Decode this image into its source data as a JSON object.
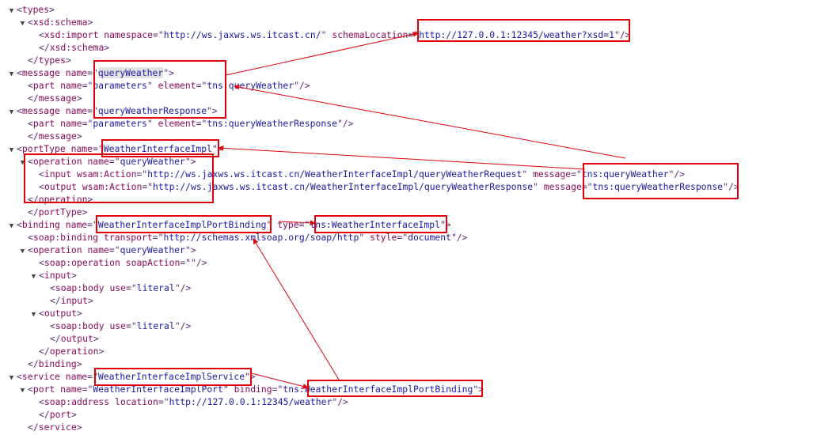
{
  "colors": {
    "tag": "#8a0c59",
    "attr_value": "#1a1aa6",
    "annotation": "#e0000a"
  },
  "icons": {
    "expanded": "triangle-down-icon"
  },
  "lines": [
    {
      "toggle": true,
      "parts": [
        [
          "p",
          "<"
        ],
        [
          "t",
          "types"
        ],
        [
          "p",
          ">"
        ]
      ]
    },
    {
      "toggle": true,
      "parts": [
        [
          "p",
          "<"
        ],
        [
          "t",
          "xsd:schema"
        ],
        [
          "p",
          ">"
        ]
      ]
    },
    {
      "toggle": false,
      "parts": [
        [
          "p",
          "<"
        ],
        [
          "t",
          "xsd:import"
        ],
        [
          "p",
          " "
        ],
        [
          "a",
          "namespace"
        ],
        [
          "p",
          "=\""
        ],
        [
          "v",
          "http://ws.jaxws.ws.itcast.cn/"
        ],
        [
          "p",
          "\" "
        ],
        [
          "a",
          "schemaLocation"
        ],
        [
          "p",
          "=\""
        ],
        [
          "v",
          "http://127.0.0.1:12345/weather?xsd=1"
        ],
        [
          "p",
          "\"/>"
        ]
      ]
    },
    {
      "toggle": false,
      "parts": [
        [
          "p",
          "</"
        ],
        [
          "t",
          "xsd:schema"
        ],
        [
          "p",
          ">"
        ]
      ]
    },
    {
      "toggle": false,
      "parts": [
        [
          "p",
          "</"
        ],
        [
          "t",
          "types"
        ],
        [
          "p",
          ">"
        ]
      ]
    },
    {
      "toggle": true,
      "parts": [
        [
          "p",
          "<"
        ],
        [
          "t",
          "message"
        ],
        [
          "p",
          " "
        ],
        [
          "a",
          "name"
        ],
        [
          "p",
          "=\""
        ],
        [
          "vh",
          "queryWeather"
        ],
        [
          "p",
          "\">"
        ]
      ]
    },
    {
      "toggle": false,
      "parts": [
        [
          "p",
          "<"
        ],
        [
          "t",
          "part"
        ],
        [
          "p",
          " "
        ],
        [
          "a",
          "name"
        ],
        [
          "p",
          "=\""
        ],
        [
          "v",
          "parameters"
        ],
        [
          "p",
          "\" "
        ],
        [
          "a",
          "element"
        ],
        [
          "p",
          "=\""
        ],
        [
          "v",
          "tns:queryWeather"
        ],
        [
          "p",
          "\"/>"
        ]
      ]
    },
    {
      "toggle": false,
      "parts": [
        [
          "p",
          "</"
        ],
        [
          "t",
          "message"
        ],
        [
          "p",
          ">"
        ]
      ]
    },
    {
      "toggle": true,
      "parts": [
        [
          "p",
          "<"
        ],
        [
          "t",
          "message"
        ],
        [
          "p",
          " "
        ],
        [
          "a",
          "name"
        ],
        [
          "p",
          "=\""
        ],
        [
          "v",
          "queryWeatherResponse"
        ],
        [
          "p",
          "\">"
        ]
      ]
    },
    {
      "toggle": false,
      "parts": [
        [
          "p",
          "<"
        ],
        [
          "t",
          "part"
        ],
        [
          "p",
          " "
        ],
        [
          "a",
          "name"
        ],
        [
          "p",
          "=\""
        ],
        [
          "v",
          "parameters"
        ],
        [
          "p",
          "\" "
        ],
        [
          "a",
          "element"
        ],
        [
          "p",
          "=\""
        ],
        [
          "v",
          "tns:queryWeatherResponse"
        ],
        [
          "p",
          "\"/>"
        ]
      ]
    },
    {
      "toggle": false,
      "parts": [
        [
          "p",
          "</"
        ],
        [
          "t",
          "message"
        ],
        [
          "p",
          ">"
        ]
      ]
    },
    {
      "toggle": true,
      "parts": [
        [
          "p",
          "<"
        ],
        [
          "t",
          "portType"
        ],
        [
          "p",
          " "
        ],
        [
          "a",
          "name"
        ],
        [
          "p",
          "=\""
        ],
        [
          "v",
          "WeatherInterfaceImpl"
        ],
        [
          "p",
          "\">"
        ]
      ]
    },
    {
      "toggle": true,
      "parts": [
        [
          "p",
          "<"
        ],
        [
          "t",
          "operation"
        ],
        [
          "p",
          " "
        ],
        [
          "a",
          "name"
        ],
        [
          "p",
          "=\""
        ],
        [
          "v",
          "queryWeather"
        ],
        [
          "p",
          "\">"
        ]
      ]
    },
    {
      "toggle": false,
      "parts": [
        [
          "p",
          "<"
        ],
        [
          "t",
          "input"
        ],
        [
          "p",
          " "
        ],
        [
          "a",
          "wsam:Action"
        ],
        [
          "p",
          "=\""
        ],
        [
          "v",
          "http://ws.jaxws.ws.itcast.cn/WeatherInterfaceImpl/queryWeatherRequest"
        ],
        [
          "p",
          "\" "
        ],
        [
          "a",
          "message"
        ],
        [
          "p",
          "=\""
        ],
        [
          "v",
          "tns:queryWeather"
        ],
        [
          "p",
          "\"/>"
        ]
      ]
    },
    {
      "toggle": false,
      "parts": [
        [
          "p",
          "<"
        ],
        [
          "t",
          "output"
        ],
        [
          "p",
          " "
        ],
        [
          "a",
          "wsam:Action"
        ],
        [
          "p",
          "=\""
        ],
        [
          "v",
          "http://ws.jaxws.ws.itcast.cn/WeatherInterfaceImpl/queryWeatherResponse"
        ],
        [
          "p",
          "\" "
        ],
        [
          "a",
          "message"
        ],
        [
          "p",
          "=\""
        ],
        [
          "v",
          "tns:queryWeatherResponse"
        ],
        [
          "p",
          "\"/>"
        ]
      ]
    },
    {
      "toggle": false,
      "parts": [
        [
          "p",
          "</"
        ],
        [
          "t",
          "operation"
        ],
        [
          "p",
          ">"
        ]
      ]
    },
    {
      "toggle": false,
      "parts": [
        [
          "p",
          "</"
        ],
        [
          "t",
          "portType"
        ],
        [
          "p",
          ">"
        ]
      ]
    },
    {
      "toggle": true,
      "parts": [
        [
          "p",
          "<"
        ],
        [
          "t",
          "binding"
        ],
        [
          "p",
          " "
        ],
        [
          "a",
          "name"
        ],
        [
          "p",
          "=\""
        ],
        [
          "v",
          "WeatherInterfaceImplPortBinding"
        ],
        [
          "p",
          "\" "
        ],
        [
          "a",
          "type"
        ],
        [
          "p",
          "=\""
        ],
        [
          "v",
          "tns:WeatherInterfaceImpl"
        ],
        [
          "p",
          "\">"
        ]
      ]
    },
    {
      "toggle": false,
      "parts": [
        [
          "p",
          "<"
        ],
        [
          "t",
          "soap:binding"
        ],
        [
          "p",
          " "
        ],
        [
          "a",
          "transport"
        ],
        [
          "p",
          "=\""
        ],
        [
          "v",
          "http://schemas.xmlsoap.org/soap/http"
        ],
        [
          "p",
          "\" "
        ],
        [
          "a",
          "style"
        ],
        [
          "p",
          "=\""
        ],
        [
          "v",
          "document"
        ],
        [
          "p",
          "\"/>"
        ]
      ]
    },
    {
      "toggle": true,
      "parts": [
        [
          "p",
          "<"
        ],
        [
          "t",
          "operation"
        ],
        [
          "p",
          " "
        ],
        [
          "a",
          "name"
        ],
        [
          "p",
          "=\""
        ],
        [
          "v",
          "queryWeather"
        ],
        [
          "p",
          "\">"
        ]
      ]
    },
    {
      "toggle": false,
      "parts": [
        [
          "p",
          "<"
        ],
        [
          "t",
          "soap:operation"
        ],
        [
          "p",
          " "
        ],
        [
          "a",
          "soapAction"
        ],
        [
          "p",
          "=\""
        ],
        [
          "v",
          ""
        ],
        [
          "p",
          "\"/>"
        ]
      ]
    },
    {
      "toggle": true,
      "parts": [
        [
          "p",
          "<"
        ],
        [
          "t",
          "input"
        ],
        [
          "p",
          ">"
        ]
      ]
    },
    {
      "toggle": false,
      "parts": [
        [
          "p",
          "<"
        ],
        [
          "t",
          "soap:body"
        ],
        [
          "p",
          " "
        ],
        [
          "a",
          "use"
        ],
        [
          "p",
          "=\""
        ],
        [
          "v",
          "literal"
        ],
        [
          "p",
          "\"/>"
        ]
      ]
    },
    {
      "toggle": false,
      "parts": [
        [
          "p",
          "</"
        ],
        [
          "t",
          "input"
        ],
        [
          "p",
          ">"
        ]
      ]
    },
    {
      "toggle": true,
      "parts": [
        [
          "p",
          "<"
        ],
        [
          "t",
          "output"
        ],
        [
          "p",
          ">"
        ]
      ]
    },
    {
      "toggle": false,
      "parts": [
        [
          "p",
          "<"
        ],
        [
          "t",
          "soap:body"
        ],
        [
          "p",
          " "
        ],
        [
          "a",
          "use"
        ],
        [
          "p",
          "=\""
        ],
        [
          "v",
          "literal"
        ],
        [
          "p",
          "\"/>"
        ]
      ]
    },
    {
      "toggle": false,
      "parts": [
        [
          "p",
          "</"
        ],
        [
          "t",
          "output"
        ],
        [
          "p",
          ">"
        ]
      ]
    },
    {
      "toggle": false,
      "parts": [
        [
          "p",
          "</"
        ],
        [
          "t",
          "operation"
        ],
        [
          "p",
          ">"
        ]
      ]
    },
    {
      "toggle": false,
      "parts": [
        [
          "p",
          "</"
        ],
        [
          "t",
          "binding"
        ],
        [
          "p",
          ">"
        ]
      ]
    },
    {
      "toggle": true,
      "parts": [
        [
          "p",
          "<"
        ],
        [
          "t",
          "service"
        ],
        [
          "p",
          " "
        ],
        [
          "a",
          "name"
        ],
        [
          "p",
          "=\""
        ],
        [
          "v",
          "WeatherInterfaceImplService"
        ],
        [
          "p",
          "\">"
        ]
      ]
    },
    {
      "toggle": true,
      "parts": [
        [
          "p",
          "<"
        ],
        [
          "t",
          "port"
        ],
        [
          "p",
          " "
        ],
        [
          "a",
          "name"
        ],
        [
          "p",
          "=\""
        ],
        [
          "v",
          "WeatherInterfaceImplPort"
        ],
        [
          "p",
          "\" "
        ],
        [
          "a",
          "binding"
        ],
        [
          "p",
          "=\""
        ],
        [
          "v",
          "tns:WeatherInterfaceImplPortBinding"
        ],
        [
          "p",
          "\">"
        ]
      ]
    },
    {
      "toggle": false,
      "parts": [
        [
          "p",
          "<"
        ],
        [
          "t",
          "soap:address"
        ],
        [
          "p",
          " "
        ],
        [
          "a",
          "location"
        ],
        [
          "p",
          "=\""
        ],
        [
          "v",
          "http://127.0.0.1:12345/weather"
        ],
        [
          "p",
          "\"/>"
        ]
      ]
    },
    {
      "toggle": false,
      "parts": [
        [
          "p",
          "</"
        ],
        [
          "t",
          "port"
        ],
        [
          "p",
          ">"
        ]
      ]
    },
    {
      "toggle": false,
      "parts": [
        [
          "p",
          "</"
        ],
        [
          "t",
          "service"
        ],
        [
          "p",
          ">"
        ]
      ]
    }
  ]
}
